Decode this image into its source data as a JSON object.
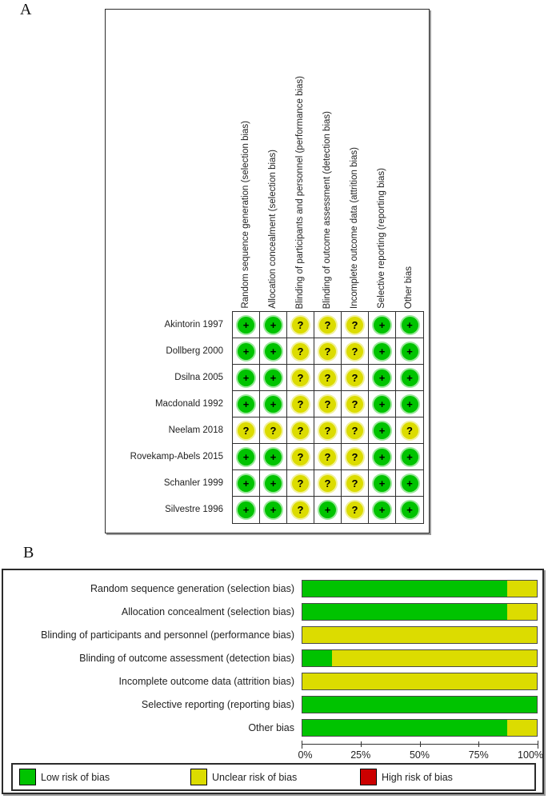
{
  "figure": {
    "panel_a_label": "A",
    "panel_b_label": "B"
  },
  "colors": {
    "low": "#00c300",
    "unclear": "#dcdc00",
    "high": "#cc0000"
  },
  "chart_data": [
    {
      "type": "table",
      "panel": "A",
      "description": "Risk of bias summary: review authors' judgements about each risk of bias item for each included study",
      "symbols": {
        "low": "+",
        "unclear": "?"
      },
      "columns": [
        "Random sequence generation (selection bias)",
        "Allocation concealment (selection bias)",
        "Blinding of participants and personnel (performance bias)",
        "Blinding of outcome assessment (detection bias)",
        "Incomplete outcome data (attrition bias)",
        "Selective reporting (reporting bias)",
        "Other bias"
      ],
      "rows": [
        {
          "study": "Akintorin 1997",
          "judgements": [
            "low",
            "low",
            "unclear",
            "unclear",
            "unclear",
            "low",
            "low"
          ]
        },
        {
          "study": "Dollberg 2000",
          "judgements": [
            "low",
            "low",
            "unclear",
            "unclear",
            "unclear",
            "low",
            "low"
          ]
        },
        {
          "study": "Dsilna 2005",
          "judgements": [
            "low",
            "low",
            "unclear",
            "unclear",
            "unclear",
            "low",
            "low"
          ]
        },
        {
          "study": "Macdonald 1992",
          "judgements": [
            "low",
            "low",
            "unclear",
            "unclear",
            "unclear",
            "low",
            "low"
          ]
        },
        {
          "study": "Neelam 2018",
          "judgements": [
            "unclear",
            "unclear",
            "unclear",
            "unclear",
            "unclear",
            "low",
            "unclear"
          ]
        },
        {
          "study": "Rovekamp-Abels 2015",
          "judgements": [
            "low",
            "low",
            "unclear",
            "unclear",
            "unclear",
            "low",
            "low"
          ]
        },
        {
          "study": "Schanler 1999",
          "judgements": [
            "low",
            "low",
            "unclear",
            "unclear",
            "unclear",
            "low",
            "low"
          ]
        },
        {
          "study": "Silvestre 1996",
          "judgements": [
            "low",
            "low",
            "unclear",
            "low",
            "unclear",
            "low",
            "low"
          ]
        }
      ]
    },
    {
      "type": "bar",
      "panel": "B",
      "orientation": "horizontal",
      "stacked": true,
      "categories": [
        "Random sequence generation (selection bias)",
        "Allocation concealment (selection bias)",
        "Blinding of participants and personnel (performance bias)",
        "Blinding of outcome assessment (detection bias)",
        "Incomplete outcome data (attrition bias)",
        "Selective reporting (reporting bias)",
        "Other bias"
      ],
      "series": [
        {
          "name": "Low risk of bias",
          "key": "low",
          "values": [
            87.5,
            87.5,
            0,
            12.5,
            0,
            100,
            87.5
          ]
        },
        {
          "name": "Unclear risk of bias",
          "key": "unclear",
          "values": [
            12.5,
            12.5,
            100,
            87.5,
            100,
            0,
            12.5
          ]
        },
        {
          "name": "High risk of bias",
          "key": "high",
          "values": [
            0,
            0,
            0,
            0,
            0,
            0,
            0
          ]
        }
      ],
      "xlim": [
        0,
        100
      ],
      "tick_labels": [
        "0%",
        "25%",
        "50%",
        "75%",
        "100%"
      ],
      "grid": false,
      "legend_position": "bottom"
    }
  ],
  "legend": [
    {
      "key": "low",
      "label": "Low risk of bias"
    },
    {
      "key": "unclear",
      "label": "Unclear risk of bias"
    },
    {
      "key": "high",
      "label": "High risk of bias"
    }
  ]
}
